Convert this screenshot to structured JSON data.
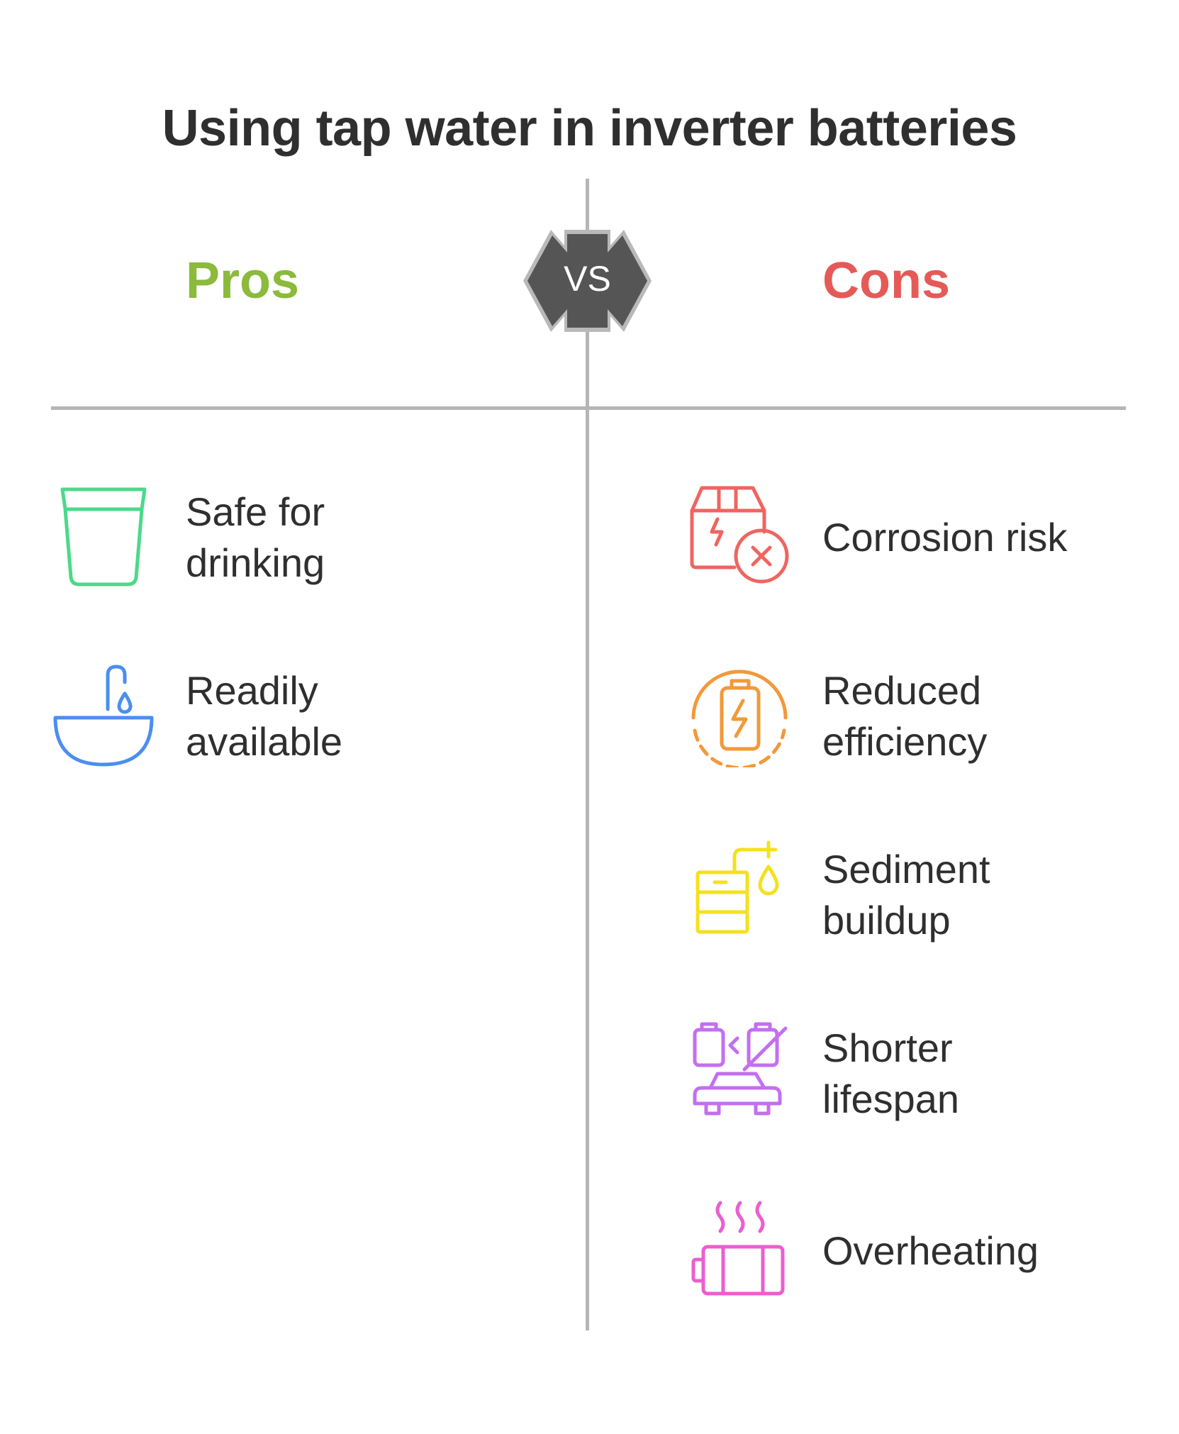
{
  "title": "Using tap water in inverter batteries",
  "vs_label": "VS",
  "pros": {
    "heading": "Pros",
    "color": "#8bba3c",
    "items": [
      {
        "label": "Safe for\ndrinking",
        "icon": "water-glass-icon",
        "color": "#4cd98a"
      },
      {
        "label": "Readily\navailable",
        "icon": "faucet-basin-icon",
        "color": "#4b8ef0"
      }
    ]
  },
  "cons": {
    "heading": "Cons",
    "color": "#e55a57",
    "items": [
      {
        "label": "Corrosion risk",
        "icon": "damaged-package-icon",
        "color": "#ef6560"
      },
      {
        "label": "Reduced\nefficiency",
        "icon": "battery-charge-icon",
        "color": "#f2993a"
      },
      {
        "label": "Sediment\nbuildup",
        "icon": "stacked-sediment-drop-icon",
        "color": "#f4e11d"
      },
      {
        "label": "Shorter\nlifespan",
        "icon": "battery-car-icon",
        "color": "#c36ff0"
      },
      {
        "label": "Overheating",
        "icon": "hot-battery-icon",
        "color": "#ea5fd0"
      }
    ]
  }
}
